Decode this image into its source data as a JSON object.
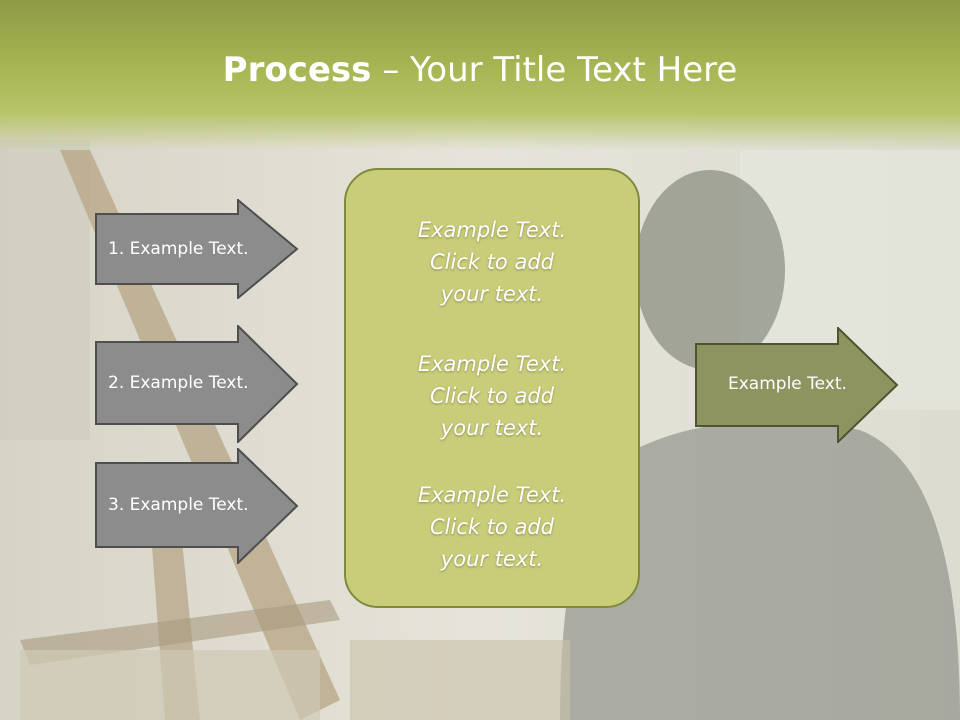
{
  "slide": {
    "title_bold": "Process",
    "title_dash": " – ",
    "title_rest": "Your Title Text Here"
  },
  "left_arrows": [
    {
      "label": "1. Example Text."
    },
    {
      "label": "2. Example Text."
    },
    {
      "label": "3. Example Text."
    }
  ],
  "center_items": [
    {
      "text": "Example Text.\nClick  to add\nyour text."
    },
    {
      "text": "Example Text.\nClick  to add\nyour text."
    },
    {
      "text": "Example Text.\nClick  to add\nyour text."
    }
  ],
  "right_arrow": {
    "label": "Example Text."
  },
  "colors": {
    "title_band": "#a7b553",
    "left_arrow_fill": "#8c8c8c",
    "right_arrow_fill": "#8e9460",
    "center_box_fill": "#c9cd79",
    "center_box_border": "#7e8a3c"
  }
}
